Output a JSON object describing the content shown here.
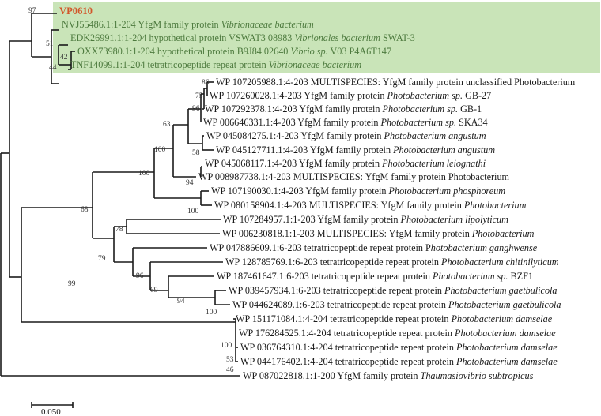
{
  "highlight_color": "#c9e4b8",
  "highlight_text_color": "#d2562a",
  "tips": [
    {
      "id": "t0",
      "segs": [
        {
          "t": "VP0610",
          "i": false
        }
      ],
      "style": "hi"
    },
    {
      "id": "t1",
      "segs": [
        {
          "t": "NVJ55486.1:1-204 YfgM family protein ",
          "i": false
        },
        {
          "t": "Vibrionaceae bacterium",
          "i": true
        }
      ],
      "style": "green"
    },
    {
      "id": "t2",
      "segs": [
        {
          "t": "EDK26991.1:1-204 hypothetical protein VSWAT3 08983 ",
          "i": false
        },
        {
          "t": "Vibrionales bacterium",
          "i": true
        },
        {
          "t": " SWAT-3",
          "i": false
        }
      ],
      "style": "green"
    },
    {
      "id": "t3",
      "segs": [
        {
          "t": "OXX73980.1:1-204 hypothetical protein B9J84 02640 ",
          "i": false
        },
        {
          "t": "Vibrio sp.",
          "i": true
        },
        {
          "t": " V03 P4A6T147",
          "i": false
        }
      ],
      "style": "green"
    },
    {
      "id": "t4",
      "segs": [
        {
          "t": "TNF14099.1:1-204 tetratricopeptide repeat protein ",
          "i": false
        },
        {
          "t": "Vibrionaceae bacterium",
          "i": true
        }
      ],
      "style": "green"
    },
    {
      "id": "t5",
      "segs": [
        {
          "t": "WP 107205988.1:4-203 MULTISPECIES: YfgM family protein unclassified Photobacterium",
          "i": false
        }
      ],
      "style": "plain"
    },
    {
      "id": "t6",
      "segs": [
        {
          "t": "WP 107260028.1:4-203 YfgM family protein ",
          "i": false
        },
        {
          "t": "Photobacterium sp.",
          "i": true
        },
        {
          "t": " GB-27",
          "i": false
        }
      ],
      "style": "plain"
    },
    {
      "id": "t7",
      "segs": [
        {
          "t": "WP 107292378.1:4-203 YfgM family protein ",
          "i": false
        },
        {
          "t": "Photobacterium sp.",
          "i": true
        },
        {
          "t": " GB-1",
          "i": false
        }
      ],
      "style": "plain"
    },
    {
      "id": "t8",
      "segs": [
        {
          "t": "WP 006646331.1:4-203 YfgM family protein ",
          "i": false
        },
        {
          "t": "Photobacterium sp.",
          "i": true
        },
        {
          "t": " SKA34",
          "i": false
        }
      ],
      "style": "plain"
    },
    {
      "id": "t9",
      "segs": [
        {
          "t": "WP 045084275.1:4-203 YfgM family protein ",
          "i": false
        },
        {
          "t": "Photobacterium angustum",
          "i": true
        }
      ],
      "style": "plain"
    },
    {
      "id": "t10",
      "segs": [
        {
          "t": "WP 045127711.1:4-203 YfgM family protein ",
          "i": false
        },
        {
          "t": "Photobacterium angustum",
          "i": true
        }
      ],
      "style": "plain"
    },
    {
      "id": "t11",
      "segs": [
        {
          "t": "WP 045068117.1:4-203 YfgM family protein ",
          "i": false
        },
        {
          "t": "Photobacterium leiognathi",
          "i": true
        }
      ],
      "style": "plain"
    },
    {
      "id": "t12",
      "segs": [
        {
          "t": "WP 008987738.1:4-203 MULTISPECIES: YfgM family protein Photobacterium",
          "i": false
        }
      ],
      "style": "plain"
    },
    {
      "id": "t13",
      "segs": [
        {
          "t": "WP 107190030.1:4-203 YfgM family protein ",
          "i": false
        },
        {
          "t": "Photobacterium phosphoreum",
          "i": true
        }
      ],
      "style": "plain"
    },
    {
      "id": "t14",
      "segs": [
        {
          "t": "WP 080158904.1:4-203 MULTISPECIES: YfgM family protein ",
          "i": false
        },
        {
          "t": "Photobacterium",
          "i": true
        }
      ],
      "style": "plain"
    },
    {
      "id": "t15",
      "segs": [
        {
          "t": "WP 107284957.1:1-203 YfgM family protein ",
          "i": false
        },
        {
          "t": "Photobacterium lipolyticum",
          "i": true
        }
      ],
      "style": "plain"
    },
    {
      "id": "t16",
      "segs": [
        {
          "t": "WP 006230818.1:1-203 MULTISPECIES: YfgM family protein ",
          "i": false
        },
        {
          "t": "Photobacterium",
          "i": true
        }
      ],
      "style": "plain"
    },
    {
      "id": "t17",
      "segs": [
        {
          "t": "WP 047886609.1:6-203 tetratricopeptide repeat protein P",
          "i": false
        },
        {
          "t": "hotobacterium ganghwense",
          "i": true
        }
      ],
      "style": "plain"
    },
    {
      "id": "t18",
      "segs": [
        {
          "t": "WP 128785769.1:6-203 tetratricopeptide repeat protein ",
          "i": false
        },
        {
          "t": "Photobacterium chitinilyticum",
          "i": true
        }
      ],
      "style": "plain"
    },
    {
      "id": "t19",
      "segs": [
        {
          "t": "WP 187461647.1:6-203 tetratricopeptide repeat protein ",
          "i": false
        },
        {
          "t": "Photobacterium sp.",
          "i": true
        },
        {
          "t": " BZF1",
          "i": false
        }
      ],
      "style": "plain"
    },
    {
      "id": "t20",
      "segs": [
        {
          "t": "WP 039457934.1:6-203 tetratricopeptide repeat protein ",
          "i": false
        },
        {
          "t": "Photobacterium gaetbulicola",
          "i": true
        }
      ],
      "style": "plain"
    },
    {
      "id": "t21",
      "segs": [
        {
          "t": "WP 044624089.1:6-203 tetratricopeptide repeat protein ",
          "i": false
        },
        {
          "t": "Photobacterium gaetbulicola",
          "i": true
        }
      ],
      "style": "plain"
    },
    {
      "id": "t22",
      "segs": [
        {
          "t": "WP 151171084.1:4-204 tetratricopeptide repeat protein ",
          "i": false
        },
        {
          "t": "Photobacterium damselae",
          "i": true
        }
      ],
      "style": "plain"
    },
    {
      "id": "t23",
      "segs": [
        {
          "t": "WP 176284525.1:4-204 tetratricopeptide repeat protein ",
          "i": false
        },
        {
          "t": "Photobacterium damselae",
          "i": true
        }
      ],
      "style": "plain"
    },
    {
      "id": "t24",
      "segs": [
        {
          "t": "WP 036764310.1:4-204 tetratricopeptide repeat protein ",
          "i": false
        },
        {
          "t": "Photobacterium damselae",
          "i": true
        }
      ],
      "style": "plain"
    },
    {
      "id": "t25",
      "segs": [
        {
          "t": "WP 044176402.1:4-204 tetratricopeptide repeat protein ",
          "i": false
        },
        {
          "t": "Photobacterium damselae",
          "i": true
        }
      ],
      "style": "plain"
    },
    {
      "id": "t26",
      "segs": [
        {
          "t": "WP 087022818.1:1-200 YfgM family protein ",
          "i": false
        },
        {
          "t": "Thaumasiovibrio subtropicus",
          "i": true
        }
      ],
      "style": "plain"
    }
  ],
  "bootstrap": [
    {
      "id": "n_vib",
      "v": "97"
    },
    {
      "id": "n_v2",
      "v": "51"
    },
    {
      "id": "n_v3",
      "v": "42"
    },
    {
      "id": "n_v4",
      "v": "44"
    },
    {
      "id": "n_p86",
      "v": "86"
    },
    {
      "id": "n_p75",
      "v": "75"
    },
    {
      "id": "n_p96a",
      "v": "96"
    },
    {
      "id": "n_p63",
      "v": "63"
    },
    {
      "id": "n_p58",
      "v": "58"
    },
    {
      "id": "n_p100a",
      "v": "100"
    },
    {
      "id": "n_p94a",
      "v": "94"
    },
    {
      "id": "n_p100b",
      "v": "100"
    },
    {
      "id": "n_p100c",
      "v": "100"
    },
    {
      "id": "n_p68",
      "v": "68"
    },
    {
      "id": "n_p78",
      "v": "78"
    },
    {
      "id": "n_p79",
      "v": "79"
    },
    {
      "id": "n_p96b",
      "v": "96"
    },
    {
      "id": "n_p69",
      "v": "69"
    },
    {
      "id": "n_p94b",
      "v": "94"
    },
    {
      "id": "n_p100d",
      "v": "100"
    },
    {
      "id": "n_p100e",
      "v": "100"
    },
    {
      "id": "n_p53",
      "v": "53"
    },
    {
      "id": "n_p46",
      "v": "46"
    },
    {
      "id": "n_p99",
      "v": "99"
    }
  ],
  "scale_bar": {
    "label": "0.050"
  }
}
